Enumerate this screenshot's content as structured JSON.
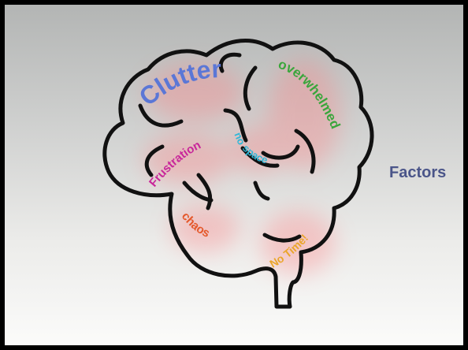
{
  "side_label": "Factors",
  "words": {
    "clutter": "Clutter",
    "overwhelmed": "overwhelmed",
    "frustration": "Frustration",
    "no": "no",
    "space": "space",
    "chaos": "chaos",
    "no_time": "No Time!"
  },
  "colors": {
    "clutter": "#5b77d6",
    "overwhelmed": "#3aa63c",
    "frustration": "#c8269a",
    "no_space": "#2fb8d8",
    "chaos": "#e4582a",
    "no_time": "#eaa52a",
    "factors": "#4a5589",
    "outline": "#111111"
  }
}
